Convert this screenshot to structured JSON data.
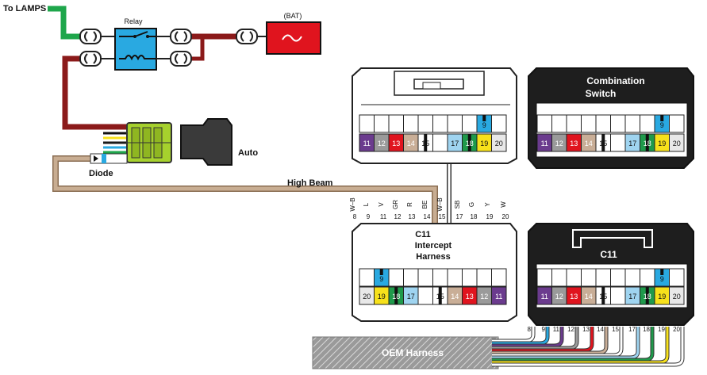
{
  "labels": {
    "to_lamps": "To LAMPS",
    "relay": "Relay",
    "bat": "(BAT)",
    "auto": "Auto",
    "diode": "Diode",
    "high_beam": "High Beam",
    "combination_switch_line1": "Combination",
    "combination_switch_line2": "Switch",
    "c11_intercept_line1": "C11",
    "c11_intercept_line2": "Intercept",
    "c11_intercept_line3": "Harness",
    "c11_oem": "C11",
    "oem_harness": "OEM Harness"
  },
  "wire_colors": {
    "to_lamps": "#1ea64b",
    "bat": "#8b1a1a",
    "coil": "#8b1a1a",
    "high_beam": "#b49c82",
    "relay_body": "#29a9e1",
    "bat_body": "#e0141e",
    "auto_module": "#2a2a2a",
    "plug": "#a6d12d"
  },
  "pins": {
    "top_row": [
      "9"
    ],
    "bottom_row": [
      "11",
      "12",
      "13",
      "14",
      "15",
      "",
      "17",
      "18",
      "19",
      "20"
    ],
    "bottom_row_reversed": [
      "20",
      "19",
      "18",
      "17",
      "",
      "15",
      "14",
      "13",
      "12",
      "11"
    ],
    "colors": {
      "9": "#29a9e1",
      "11": "#6b3b8e",
      "12": "#9a9a9a",
      "13": "#e0141e",
      "14": "#c9ae97",
      "15": "#ffffff",
      "17": "#9fd4f0",
      "18": "#1f9a4b",
      "19": "#f7e11b",
      "20": "#e8e8e8"
    },
    "stripe_pins": [
      "15",
      "18"
    ]
  },
  "column_labels": {
    "wire_codes": [
      "W–B",
      "L",
      "V",
      "GR",
      "R",
      "BE",
      "W–B",
      "SB",
      "G",
      "Y",
      "W"
    ],
    "pin_numbers": [
      "8",
      "9",
      "11",
      "12",
      "13",
      "14",
      "15",
      "17",
      "18",
      "19",
      "20"
    ]
  },
  "oem_pin_labels": [
    "8",
    "9",
    "11",
    "12",
    "13",
    "14",
    "15",
    "17",
    "18",
    "19",
    "20"
  ]
}
